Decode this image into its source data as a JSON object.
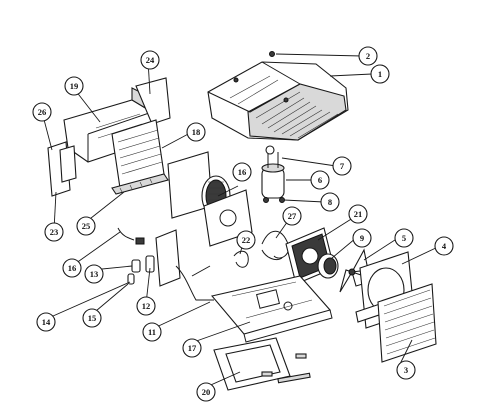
{
  "diagram": {
    "callouts": [
      {
        "id": "c1",
        "label": "1"
      },
      {
        "id": "c2",
        "label": "2"
      },
      {
        "id": "c3",
        "label": "3"
      },
      {
        "id": "c4",
        "label": "4"
      },
      {
        "id": "c5",
        "label": "5"
      },
      {
        "id": "c6",
        "label": "6"
      },
      {
        "id": "c7",
        "label": "7"
      },
      {
        "id": "c8",
        "label": "8"
      },
      {
        "id": "c9",
        "label": "9"
      },
      {
        "id": "c11",
        "label": "11"
      },
      {
        "id": "c12",
        "label": "12"
      },
      {
        "id": "c13",
        "label": "13"
      },
      {
        "id": "c14",
        "label": "14"
      },
      {
        "id": "c15",
        "label": "15"
      },
      {
        "id": "c16",
        "label": "16"
      },
      {
        "id": "c16b",
        "label": "16"
      },
      {
        "id": "c17",
        "label": "17"
      },
      {
        "id": "c18",
        "label": "18"
      },
      {
        "id": "c19",
        "label": "19"
      },
      {
        "id": "c20",
        "label": "20"
      },
      {
        "id": "c21",
        "label": "21"
      },
      {
        "id": "c22",
        "label": "22"
      },
      {
        "id": "c23",
        "label": "23"
      },
      {
        "id": "c24",
        "label": "24"
      },
      {
        "id": "c25",
        "label": "25"
      },
      {
        "id": "c26",
        "label": "26"
      },
      {
        "id": "c27",
        "label": "27"
      }
    ]
  }
}
